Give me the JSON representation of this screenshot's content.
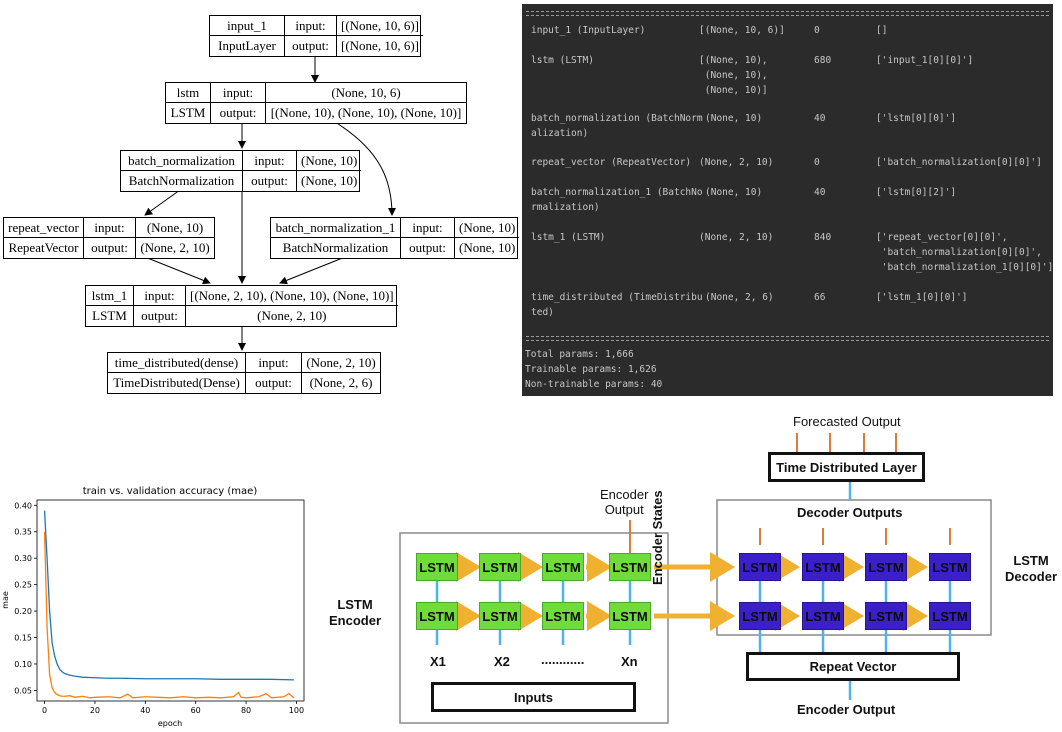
{
  "model_plot": {
    "input_layer": {
      "name": "input_1",
      "type": "InputLayer",
      "in_label": "input:",
      "out_label": "output:",
      "in_shape": "[(None, 10, 6)]",
      "out_shape": "[(None, 10, 6)]"
    },
    "lstm": {
      "name": "lstm",
      "type": "LSTM",
      "in_label": "input:",
      "out_label": "output:",
      "in_shape": "(None, 10, 6)",
      "out_shape": "[(None, 10), (None, 10), (None, 10)]"
    },
    "batch_norm": {
      "name": "batch_normalization",
      "type": "BatchNormalization",
      "in_label": "input:",
      "out_label": "output:",
      "in_shape": "(None, 10)",
      "out_shape": "(None, 10)"
    },
    "repeat_vector": {
      "name": "repeat_vector",
      "type": "RepeatVector",
      "in_label": "input:",
      "out_label": "output:",
      "in_shape": "(None, 10)",
      "out_shape": "(None, 2, 10)"
    },
    "batch_norm_1": {
      "name": "batch_normalization_1",
      "type": "BatchNormalization",
      "in_label": "input:",
      "out_label": "output:",
      "in_shape": "(None, 10)",
      "out_shape": "(None, 10)"
    },
    "lstm_1": {
      "name": "lstm_1",
      "type": "LSTM",
      "in_label": "input:",
      "out_label": "output:",
      "in_shape": "[(None, 2, 10), (None, 10), (None, 10)]",
      "out_shape": "(None, 2, 10)"
    },
    "time_distributed": {
      "name": "time_distributed(dense)",
      "type": "TimeDistributed(Dense)",
      "in_label": "input:",
      "out_label": "output:",
      "in_shape": "(None, 2, 10)",
      "out_shape": "(None, 2, 6)"
    }
  },
  "summary": {
    "rows": [
      {
        "layer": "input_1 (InputLayer)",
        "shape": "[(None, 10, 6)]",
        "params": "0",
        "connected": "[]"
      },
      {
        "layer": "lstm (LSTM)",
        "shape": "[(None, 10),\n (None, 10),\n (None, 10)]",
        "params": "680",
        "connected": "['input_1[0][0]']"
      },
      {
        "layer": "batch_normalization (BatchNorm\nalization)",
        "shape": "(None, 10)",
        "params": "40",
        "connected": "['lstm[0][0]']"
      },
      {
        "layer": "repeat_vector (RepeatVector)",
        "shape": "(None, 2, 10)",
        "params": "0",
        "connected": "['batch_normalization[0][0]']"
      },
      {
        "layer": "batch_normalization_1 (BatchNo\nrmalization)",
        "shape": "(None, 10)",
        "params": "40",
        "connected": "['lstm[0][2]']"
      },
      {
        "layer": "lstm_1 (LSTM)",
        "shape": "(None, 2, 10)",
        "params": "840",
        "connected": "['repeat_vector[0][0]',\n 'batch_normalization[0][0]',\n 'batch_normalization_1[0][0]']"
      },
      {
        "layer": "time_distributed (TimeDistribu\nted)",
        "shape": "(None, 2, 6)",
        "params": "66",
        "connected": "['lstm_1[0][0]']"
      }
    ],
    "total": "Total params: 1,666",
    "trainable": "Trainable params: 1,626",
    "non_trainable": "Non-trainable params: 40"
  },
  "chart_data": {
    "type": "line",
    "title": "train vs. validation accuracy (mae)",
    "xlabel": "epoch",
    "ylabel": "mae",
    "xlim": [
      -3,
      103
    ],
    "ylim": [
      0.03,
      0.41
    ],
    "xticks": [
      0,
      20,
      40,
      60,
      80,
      100
    ],
    "yticks": [
      0.05,
      0.1,
      0.15,
      0.2,
      0.25,
      0.3,
      0.35,
      0.4
    ],
    "ytick_labels": [
      "0.05",
      "0.10",
      "0.15",
      "0.20",
      "0.25",
      "0.30",
      "0.35",
      "0.40"
    ],
    "grid": false,
    "series": [
      {
        "color": "#1f77b4",
        "x": [
          0,
          1,
          2,
          3,
          4,
          5,
          6,
          7,
          8,
          10,
          12,
          15,
          20,
          25,
          30,
          40,
          50,
          60,
          70,
          80,
          90,
          99
        ],
        "y": [
          0.39,
          0.3,
          0.2,
          0.14,
          0.115,
          0.1,
          0.09,
          0.085,
          0.082,
          0.079,
          0.077,
          0.075,
          0.074,
          0.073,
          0.073,
          0.072,
          0.072,
          0.072,
          0.071,
          0.071,
          0.071,
          0.07
        ]
      },
      {
        "color": "#ff7f0e",
        "x": [
          0,
          1,
          2,
          3,
          4,
          5,
          6,
          7,
          8,
          10,
          12,
          15,
          18,
          20,
          25,
          30,
          33,
          35,
          40,
          45,
          50,
          55,
          60,
          65,
          70,
          75,
          77,
          78,
          80,
          85,
          88,
          90,
          95,
          97,
          99
        ],
        "y": [
          0.35,
          0.17,
          0.08,
          0.055,
          0.046,
          0.042,
          0.04,
          0.039,
          0.039,
          0.04,
          0.037,
          0.039,
          0.036,
          0.037,
          0.038,
          0.036,
          0.043,
          0.036,
          0.038,
          0.037,
          0.036,
          0.038,
          0.036,
          0.037,
          0.036,
          0.038,
          0.046,
          0.037,
          0.036,
          0.038,
          0.044,
          0.036,
          0.038,
          0.044,
          0.036
        ]
      }
    ]
  },
  "diagram": {
    "forecasted_output": "Forecasted Output",
    "time_distributed_layer": "Time Distributed Layer",
    "decoder_outputs": "Decoder Outputs",
    "encoder_output_top": "Encoder\nOutput",
    "encoder_states": "Encoder States",
    "lstm_encoder": "LSTM\nEncoder",
    "lstm_decoder": "LSTM\nDecoder",
    "lstm_cell": "LSTM",
    "x_labels": [
      "X1",
      "X2",
      "............",
      "Xn"
    ],
    "inputs": "Inputs",
    "repeat_vector": "Repeat Vector",
    "encoder_output_bottom": "Encoder Output",
    "colors": {
      "encoder_cell": "#6fdc3c",
      "decoder_cell": "#3b1fc9",
      "arrow": "#f0b030",
      "connector": "#4db3e8",
      "output_tick": "#e07a3a"
    }
  }
}
